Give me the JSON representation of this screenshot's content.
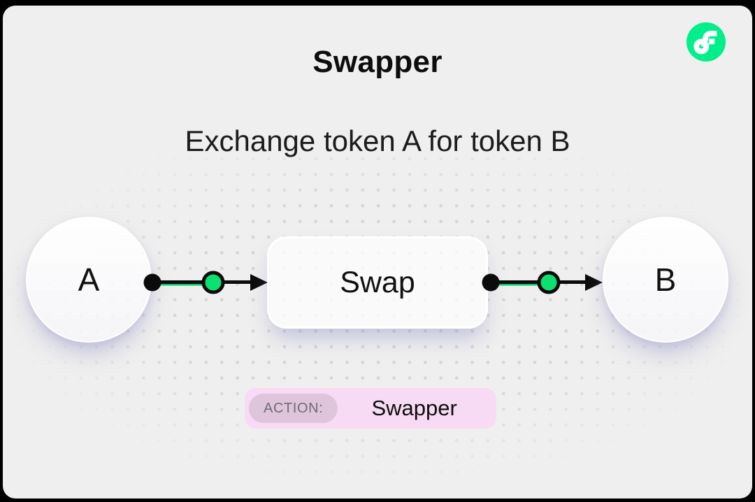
{
  "frame": {
    "outer_background": "#000000",
    "card_background": "#EFEFEF",
    "dot_color": "#D5D5D5"
  },
  "logo": {
    "name": "flow-logo",
    "circle_color": "#00EF8B",
    "glyph_color": "#FFFFFF"
  },
  "header": {
    "title": "Swapper",
    "subtitle": "Exchange token A for token B"
  },
  "diagram": {
    "node_a": {
      "label": "A"
    },
    "swap_box": {
      "label": "Swap"
    },
    "node_b": {
      "label": "B"
    },
    "edge_color": "#0B0B0B",
    "edge_accent_color": "#00C967",
    "mid_dot_color": "#0CE070"
  },
  "action_badge": {
    "label": "ACTION:",
    "value": "Swapper",
    "background": "#F7DAF3",
    "label_background": "#DFC5DB",
    "label_color": "#6F6B74"
  }
}
